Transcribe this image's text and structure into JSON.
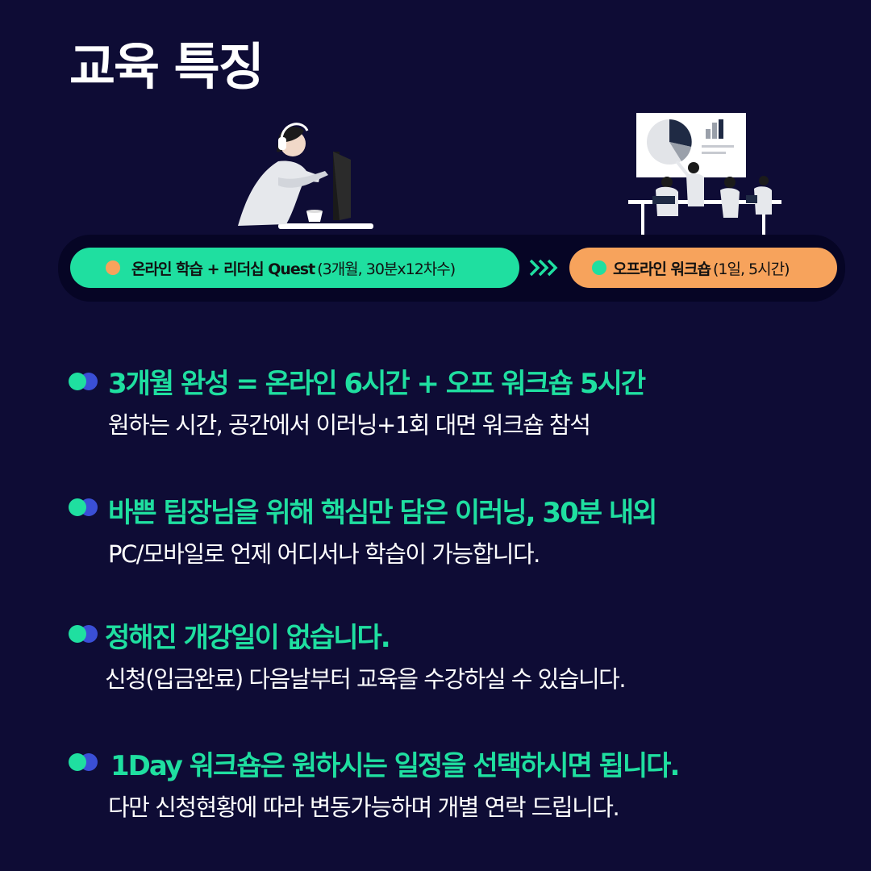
{
  "page": {
    "title": "교육 특징"
  },
  "flow": {
    "online": {
      "bold": "온라인 학습 + 리더십 Quest",
      "detail": "(3개월, 30분x12차수)"
    },
    "offline": {
      "bold": "오프라인 워크숍",
      "detail": "(1일, 5시간)"
    },
    "arrow_icon": "triple-chevron-right-icon"
  },
  "features": [
    {
      "headline": "3개월 완성 = 온라인 6시간 + 오프 워크숍 5시간",
      "description": "원하는 시간, 공간에서 이러닝+1회 대면 워크숍 참석"
    },
    {
      "headline": "바쁜 팀장님을 위해 핵심만 담은 이러닝, 30분 내외",
      "description": "PC/모바일로 언제 어디서나 학습이 가능합니다."
    },
    {
      "headline": "정해진 개강일이 없습니다.",
      "description": "신청(입금완료) 다음날부터 교육을 수강하실 수 있습니다."
    },
    {
      "headline": "1Day 워크숍은 원하시는 일정을 선택하시면 됩니다.",
      "description": "다만 신청현황에 따라 변동가능하며 개별 연락 드립니다."
    }
  ],
  "colors": {
    "background": "#0e0c35",
    "accent_green": "#1fdfa0",
    "accent_orange": "#f7a35c",
    "accent_blue": "#3a4fd6"
  }
}
